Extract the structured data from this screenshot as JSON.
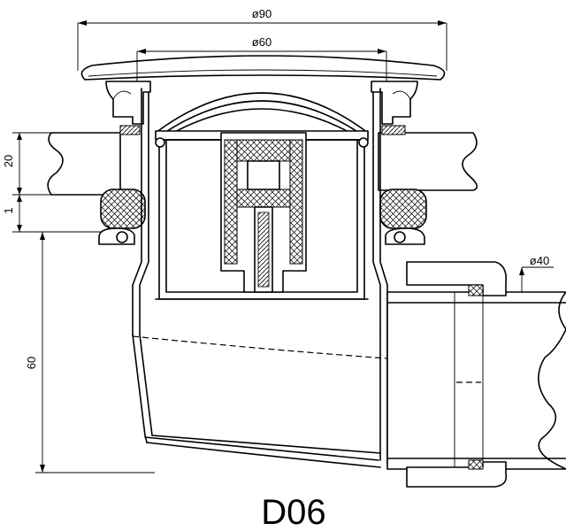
{
  "dimensions": {
    "outer_diameter": "ø90",
    "inner_diameter": "ø60",
    "outlet_diameter": "ø40",
    "slab_thickness": "20",
    "gasket_gap": "1",
    "drop_height": "60"
  },
  "model_code": "D06"
}
